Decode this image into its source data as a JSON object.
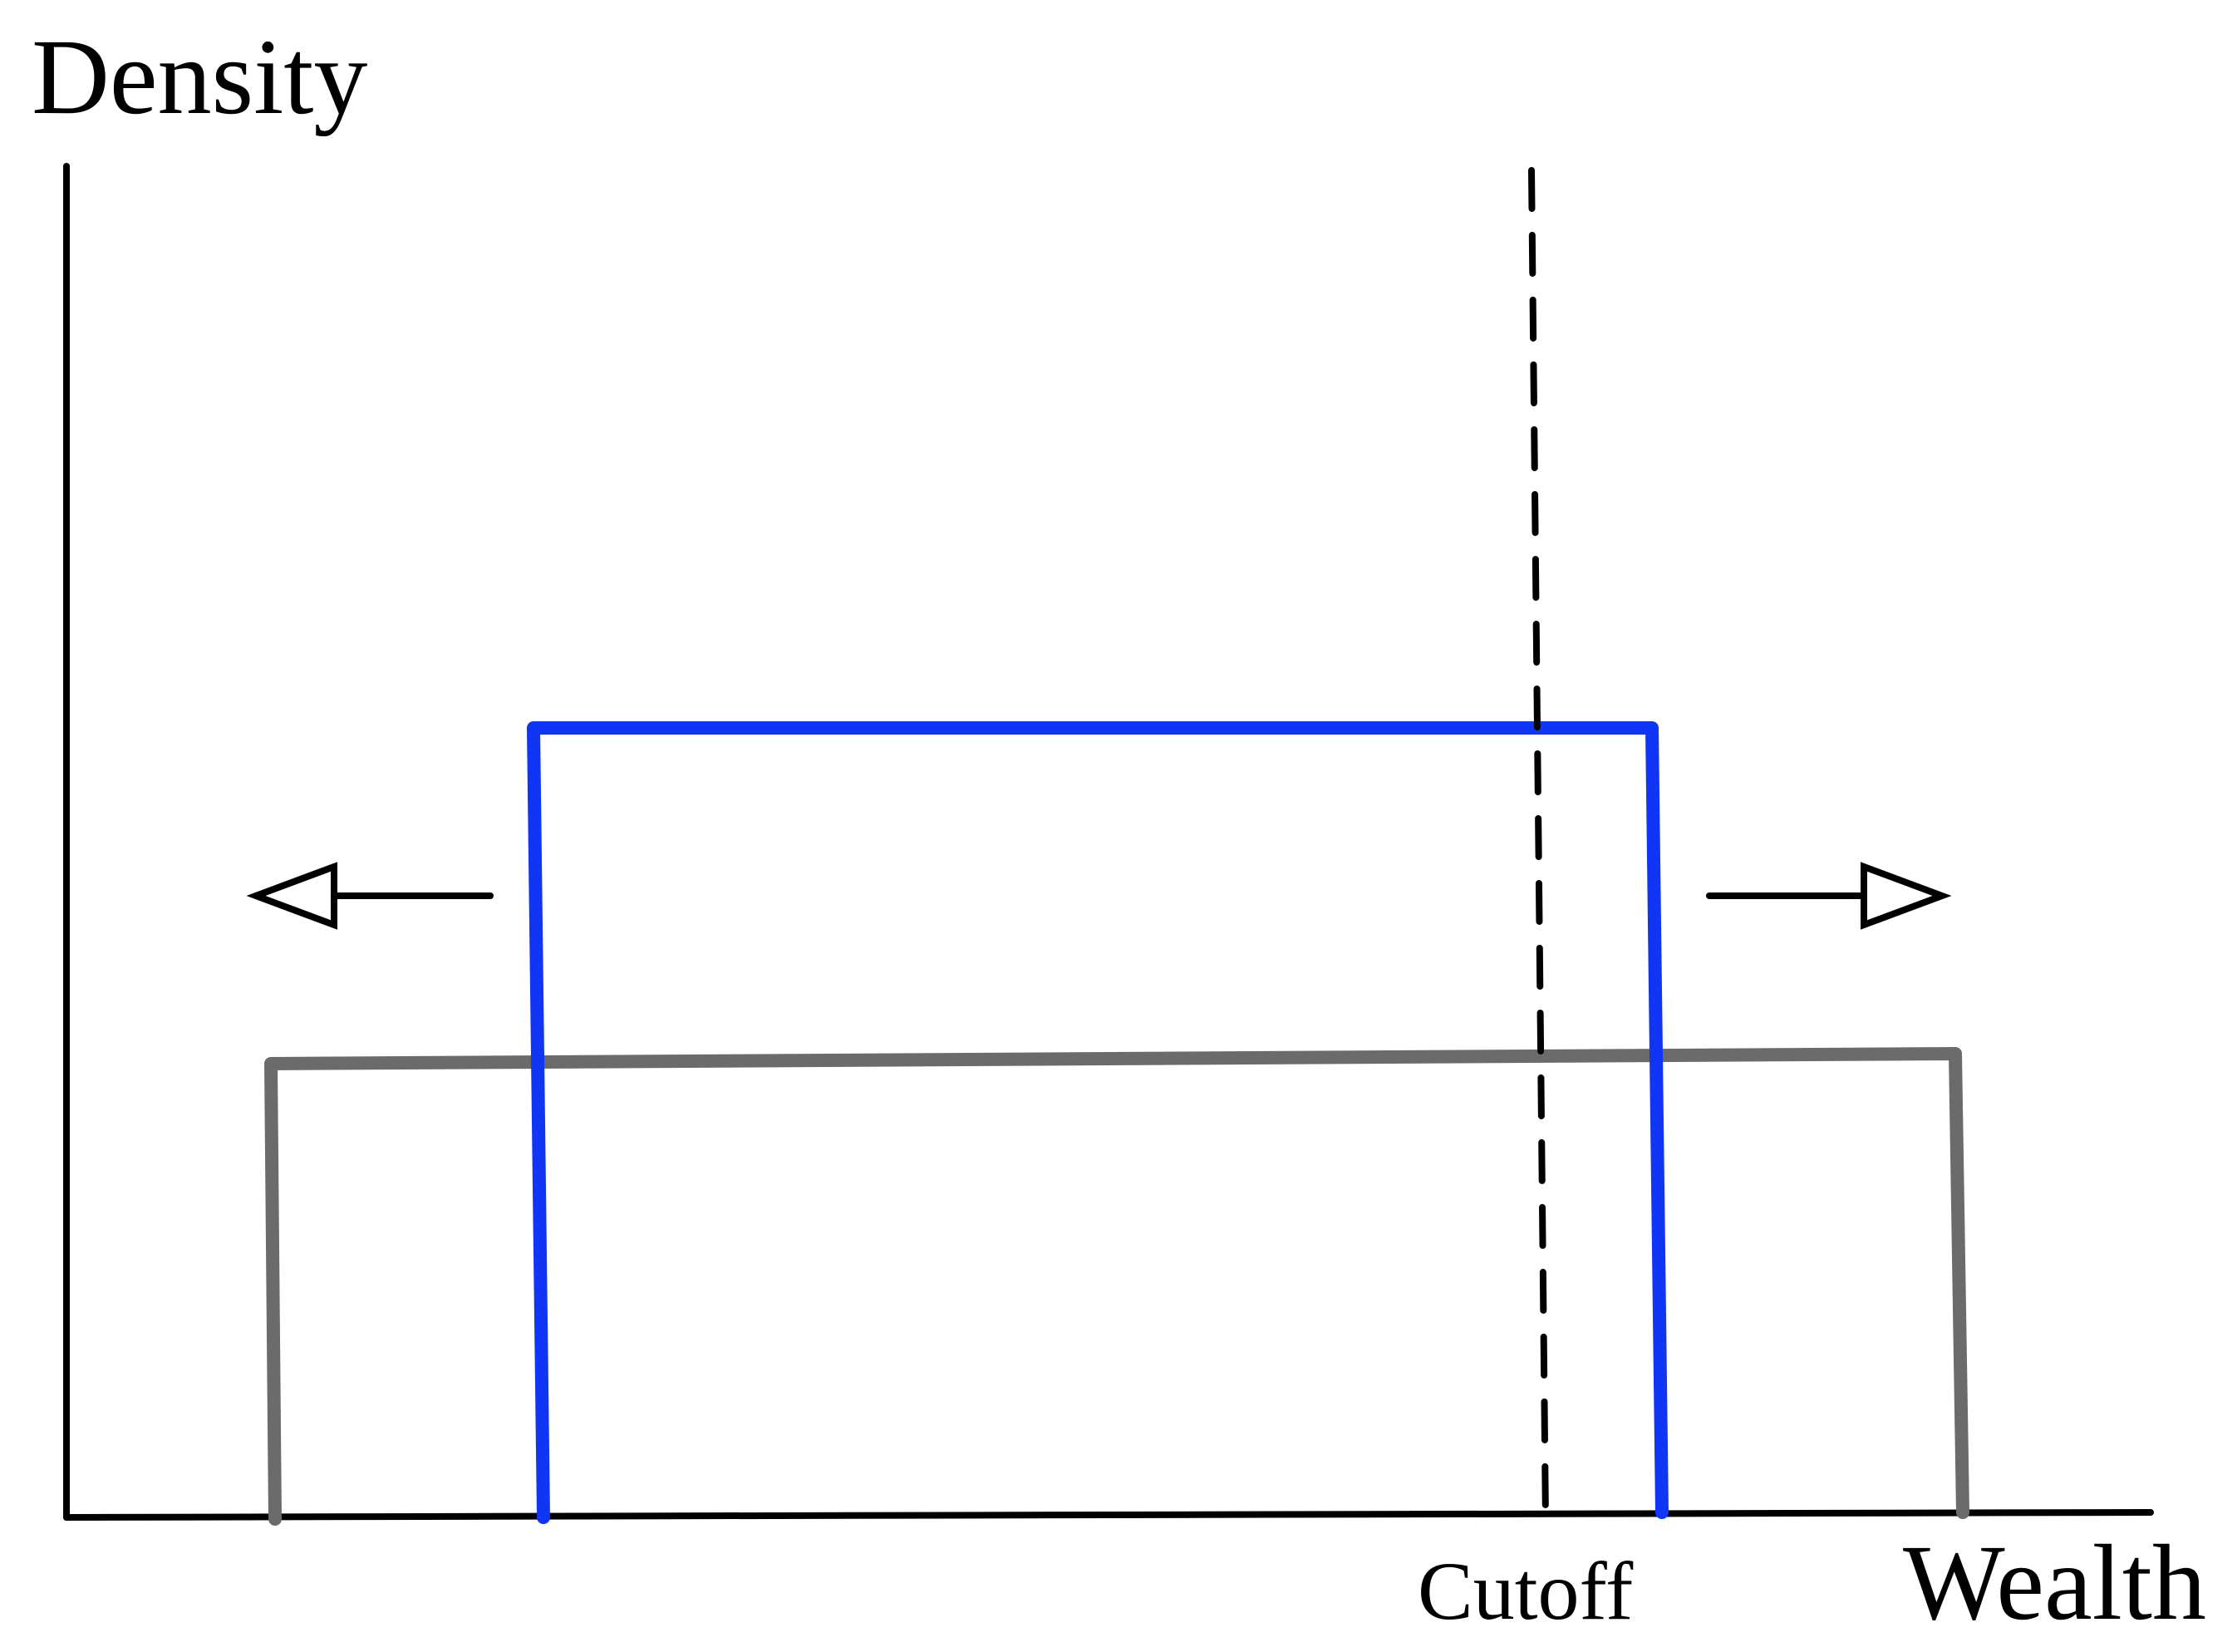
{
  "diagram": {
    "y_axis_label": "Density",
    "x_axis_label": "Wealth",
    "cutoff_label": "Cutoff",
    "colors": {
      "axes": "#000000",
      "narrow_distribution": "#1035f5",
      "wide_distribution": "#6b6b6b",
      "cutoff_line": "#000000",
      "arrows": "#000000",
      "background": "#ffffff"
    }
  }
}
